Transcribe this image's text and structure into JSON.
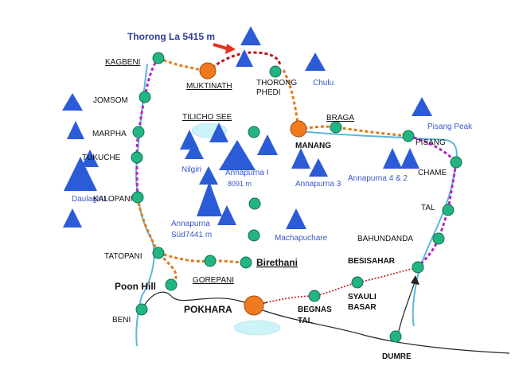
{
  "colors": {
    "route_orange": "#E07B1A",
    "route_magenta": "#B428C8",
    "route_red": "#C0161B",
    "river": "#5BB7DB",
    "node_green": "#22B583",
    "node_outline": "#136E4E",
    "town_orange": "#F07A1E",
    "peak_blue": "#2B5BD7",
    "lake": "#CCF3F8",
    "title_blue": "#2E3D9B",
    "label_blue": "#3A57C9",
    "label_dark": "#111111"
  },
  "labels": {
    "thorong_la": "Thorong La 5415 m",
    "kagbeni": "KAGBENI",
    "muktinath": "MUKTINATH",
    "thorong_phedi_1": "THORONG",
    "thorong_phedi_2": "PHEDI",
    "chulu": "Chulu",
    "jomsom": "JOMSOM",
    "tilicho": "TILICHO SEE",
    "braga": "BRAGA",
    "pisang_peak": "Pisang Peak",
    "marpha": "MARPHA",
    "manang": "MANANG",
    "pisang": "PISANG",
    "tukuche": "TUKUCHE",
    "nilgiri": "Nilgiri",
    "annapurna_1": "Annapurna I",
    "annapurna_1_alt": "8091 m",
    "annapurna_3": "Annapurna 3",
    "annapurna_42": "Annapurna 4 & 2",
    "chame": "CHAME",
    "daulagiri": "Daulagiri1",
    "tal": "TAL",
    "kalopani": "KALOPANI",
    "annapurna_sud_1": "Annapurna",
    "annapurna_sud_2": "Süd7441 m",
    "bahundanda": "BAHUNDANDA",
    "machapuchare": "Machapuchare",
    "tatopani": "TATOPANI",
    "birethani": "Birethani",
    "besisahar": "BESISAHAR",
    "gorepani": "GOREPANI",
    "poon_hill": "Poon Hill",
    "syauli_1": "SYAULI",
    "syauli_2": "BASAR",
    "pokhara": "POKHARA",
    "begnas_1": "BEGNAS",
    "begnas_2": "TAL",
    "beni": "BENI",
    "dumre": "DUMRE"
  }
}
